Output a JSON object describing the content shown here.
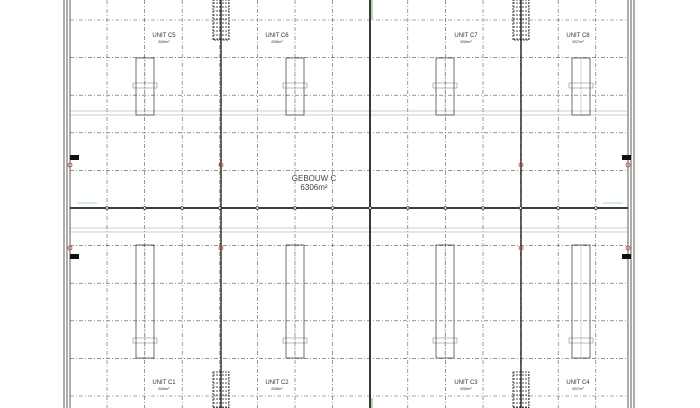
{
  "building": {
    "name": "GEBOUW C",
    "area": "6306m²"
  },
  "units": [
    {
      "name": "UNIT C5",
      "area": "846m²"
    },
    {
      "name": "UNIT C6",
      "area": "835m²"
    },
    {
      "name": "UNIT C7",
      "area": "835m²"
    },
    {
      "name": "UNIT C8",
      "area": "837m²"
    },
    {
      "name": "UNIT C1",
      "area": "846m²"
    },
    {
      "name": "UNIT C2",
      "area": "835m²"
    },
    {
      "name": "UNIT C3",
      "area": "835m²"
    },
    {
      "name": "UNIT C4",
      "area": "837m²"
    }
  ],
  "colors": {
    "line": "#333333",
    "grid": "#555555",
    "accent_green": "#5cb85c",
    "marker": "#c0392b"
  }
}
